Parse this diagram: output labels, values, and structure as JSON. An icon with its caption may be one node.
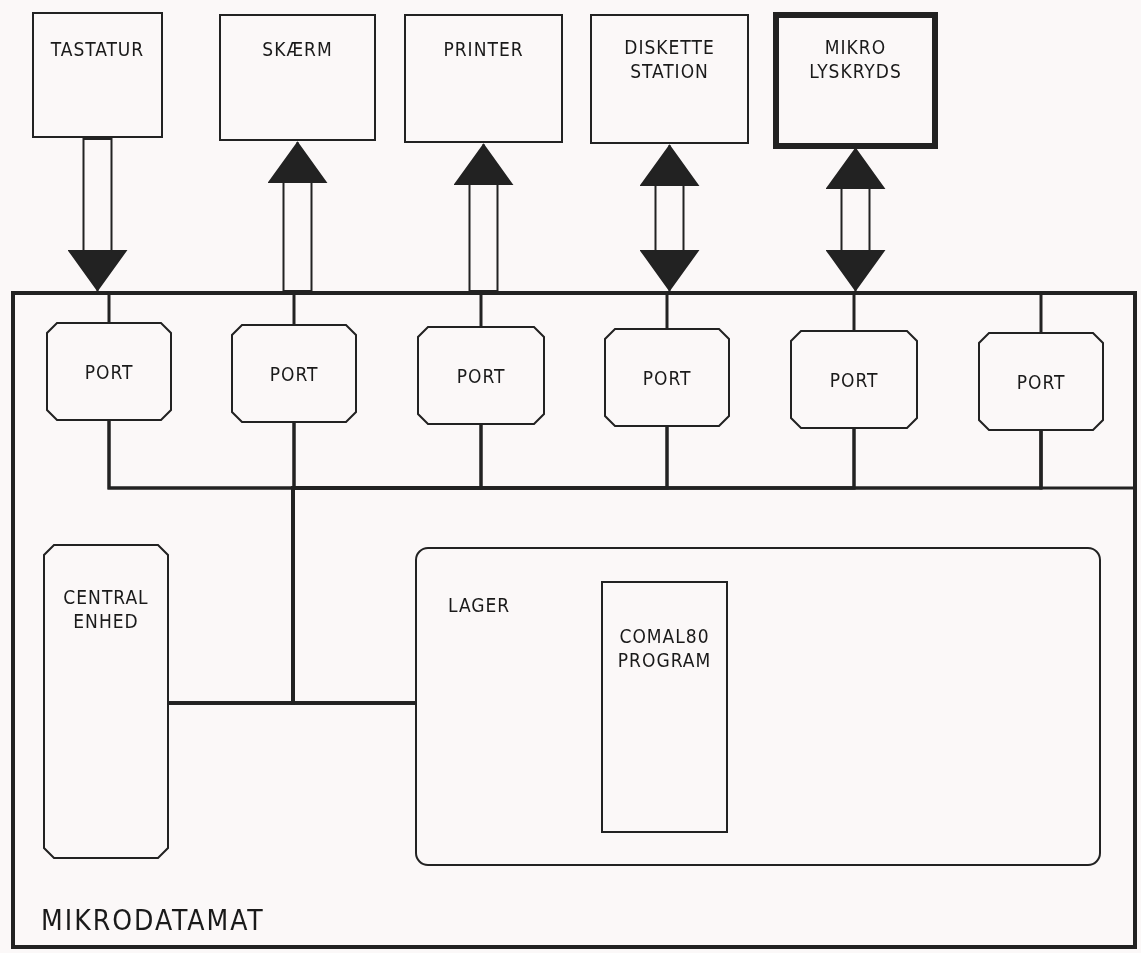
{
  "diagram": {
    "nodes": [
      {
        "text": [
          "TASTATUR"
        ]
      },
      {
        "text": [
          "SKÆRM"
        ]
      },
      {
        "text": [
          "PRINTER"
        ]
      },
      {
        "text": [
          "DISKETTE STATION"
        ]
      },
      {
        "text": [
          "MIKRO LYSKRYDS"
        ]
      },
      {
        "text": [
          "MIKRODATAMAT"
        ]
      },
      {
        "text": [
          "PORT"
        ],
        "in": 5
      },
      {
        "text": [
          "PORT"
        ],
        "in": 5
      },
      {
        "text": [
          "PORT"
        ],
        "in": 5
      },
      {
        "text": [
          "PORT"
        ],
        "in": 5
      },
      {
        "text": [
          "PORT"
        ],
        "in": 5
      },
      {
        "text": [
          "PORT"
        ],
        "in": 5
      },
      {
        "text": [
          "CENTRAL ENHED"
        ],
        "in": 5
      },
      {
        "text": [
          "LAGER"
        ],
        "in": 5
      },
      {
        "text": [
          "COMAL80 PROGRAM"
        ],
        "in": 13
      }
    ],
    "edges": [
      {
        "from": 0,
        "to": 5,
        "arrow": "to"
      },
      {
        "from": 5,
        "to": 1,
        "arrow": "to"
      },
      {
        "from": 5,
        "to": 2,
        "arrow": "to"
      },
      {
        "from": 3,
        "to": 5,
        "arrow": "both"
      },
      {
        "from": 4,
        "to": 5,
        "arrow": "both"
      },
      {
        "from": 5,
        "to": 6,
        "arrow": "none"
      },
      {
        "from": 5,
        "to": 7,
        "arrow": "none"
      },
      {
        "from": 5,
        "to": 8,
        "arrow": "none"
      },
      {
        "from": 5,
        "to": 9,
        "arrow": "none"
      },
      {
        "from": 5,
        "to": 10,
        "arrow": "none"
      },
      {
        "from": 5,
        "to": 11,
        "arrow": "none"
      },
      {
        "from": 6,
        "to": 12,
        "arrow": "none"
      },
      {
        "from": 6,
        "to": 13,
        "arrow": "none"
      },
      {
        "from": 7,
        "to": 12,
        "arrow": "none"
      },
      {
        "from": 7,
        "to": 13,
        "arrow": "none"
      },
      {
        "from": 8,
        "to": 12,
        "arrow": "none"
      },
      {
        "from": 8,
        "to": 13,
        "arrow": "none"
      },
      {
        "from": 9,
        "to": 12,
        "arrow": "none"
      },
      {
        "from": 9,
        "to": 13,
        "arrow": "none"
      },
      {
        "from": 10,
        "to": 12,
        "arrow": "none"
      },
      {
        "from": 10,
        "to": 13,
        "arrow": "none"
      },
      {
        "from": 11,
        "to": 12,
        "arrow": "none"
      },
      {
        "from": 11,
        "to": 13,
        "arrow": "none"
      },
      {
        "from": 11,
        "to": 5,
        "arrow": "none"
      }
    ]
  }
}
